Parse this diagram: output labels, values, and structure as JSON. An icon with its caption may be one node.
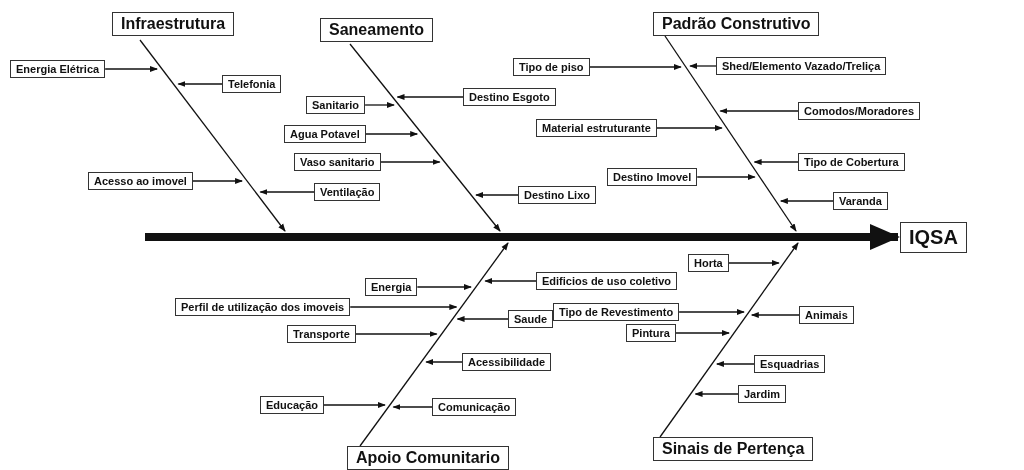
{
  "diagram": {
    "nodes": [
      {
        "text": [
          "Infraestrutura"
        ]
      },
      {
        "text": [
          "Saneamento"
        ]
      },
      {
        "text": [
          "Padrão Construtivo"
        ]
      },
      {
        "text": [
          "IQSA"
        ]
      },
      {
        "text": [
          "Energia Elétrica"
        ]
      },
      {
        "text": [
          "Telefonia"
        ]
      },
      {
        "text": [
          "Acesso ao imovel"
        ]
      },
      {
        "text": [
          "Ventilação"
        ]
      },
      {
        "text": [
          "Sanitario"
        ]
      },
      {
        "text": [
          "Destino Esgoto"
        ]
      },
      {
        "text": [
          "Agua Potavel"
        ]
      },
      {
        "text": [
          "Vaso sanitario"
        ]
      },
      {
        "text": [
          "Destino Lixo"
        ]
      },
      {
        "text": [
          "Tipo de piso"
        ]
      },
      {
        "text": [
          "Shed/Elemento Vazado/Treliça"
        ]
      },
      {
        "text": [
          "Comodos/Moradores"
        ]
      },
      {
        "text": [
          "Material estruturante"
        ]
      },
      {
        "text": [
          "Tipo de Cobertura"
        ]
      },
      {
        "text": [
          "Destino Imovel"
        ]
      },
      {
        "text": [
          "Varanda"
        ]
      },
      {
        "text": [
          "Edificios de uso coletivo"
        ]
      },
      {
        "text": [
          "Energia"
        ]
      },
      {
        "text": [
          "Perfil de utilização dos imoveis"
        ]
      },
      {
        "text": [
          "Saude"
        ]
      },
      {
        "text": [
          "Transporte"
        ]
      },
      {
        "text": [
          "Acessibilidade"
        ]
      },
      {
        "text": [
          "Comunicação"
        ]
      },
      {
        "text": [
          "Educação"
        ]
      },
      {
        "text": [
          "Horta"
        ]
      },
      {
        "text": [
          "Tipo de Revestimento"
        ]
      },
      {
        "text": [
          "Animais"
        ]
      },
      {
        "text": [
          "Pintura"
        ]
      },
      {
        "text": [
          "Esquadrias"
        ]
      },
      {
        "text": [
          "Jardim"
        ]
      },
      {
        "text": [
          "Apoio Comunitario"
        ]
      },
      {
        "text": [
          "Sinais de Pertença"
        ]
      }
    ],
    "edges": [
      {
        "from": null,
        "to": 3,
        "arrow": "to",
        "style": "thick"
      },
      {
        "from": 0,
        "to": null,
        "arrow": "to"
      },
      {
        "from": 1,
        "to": null,
        "arrow": "to"
      },
      {
        "from": 2,
        "to": null,
        "arrow": "to"
      },
      {
        "from": 34,
        "to": null,
        "arrow": "to"
      },
      {
        "from": 35,
        "to": null,
        "arrow": "to"
      },
      {
        "from": 4,
        "to": null,
        "arrow": "to"
      },
      {
        "from": 5,
        "to": null,
        "arrow": "to"
      },
      {
        "from": 6,
        "to": null,
        "arrow": "to"
      },
      {
        "from": 7,
        "to": null,
        "arrow": "to"
      },
      {
        "from": 8,
        "to": null,
        "arrow": "to"
      },
      {
        "from": 9,
        "to": null,
        "arrow": "to"
      },
      {
        "from": 10,
        "to": null,
        "arrow": "to"
      },
      {
        "from": 11,
        "to": null,
        "arrow": "to"
      },
      {
        "from": 12,
        "to": null,
        "arrow": "to"
      },
      {
        "from": 13,
        "to": null,
        "arrow": "to"
      },
      {
        "from": 14,
        "to": null,
        "arrow": "to"
      },
      {
        "from": 15,
        "to": null,
        "arrow": "to"
      },
      {
        "from": 16,
        "to": null,
        "arrow": "to"
      },
      {
        "from": 17,
        "to": null,
        "arrow": "to"
      },
      {
        "from": 18,
        "to": null,
        "arrow": "to"
      },
      {
        "from": 19,
        "to": null,
        "arrow": "to"
      },
      {
        "from": 20,
        "to": null,
        "arrow": "to"
      },
      {
        "from": 21,
        "to": null,
        "arrow": "to"
      },
      {
        "from": 22,
        "to": null,
        "arrow": "to"
      },
      {
        "from": 23,
        "to": null,
        "arrow": "to"
      },
      {
        "from": 24,
        "to": null,
        "arrow": "to"
      },
      {
        "from": 25,
        "to": null,
        "arrow": "to"
      },
      {
        "from": 26,
        "to": null,
        "arrow": "to"
      },
      {
        "from": 27,
        "to": null,
        "arrow": "to"
      },
      {
        "from": 28,
        "to": null,
        "arrow": "to"
      },
      {
        "from": 29,
        "to": null,
        "arrow": "to"
      },
      {
        "from": 30,
        "to": null,
        "arrow": "to"
      },
      {
        "from": 31,
        "to": null,
        "arrow": "to"
      },
      {
        "from": 32,
        "to": null,
        "arrow": "to"
      },
      {
        "from": 33,
        "to": null,
        "arrow": "to"
      }
    ]
  }
}
